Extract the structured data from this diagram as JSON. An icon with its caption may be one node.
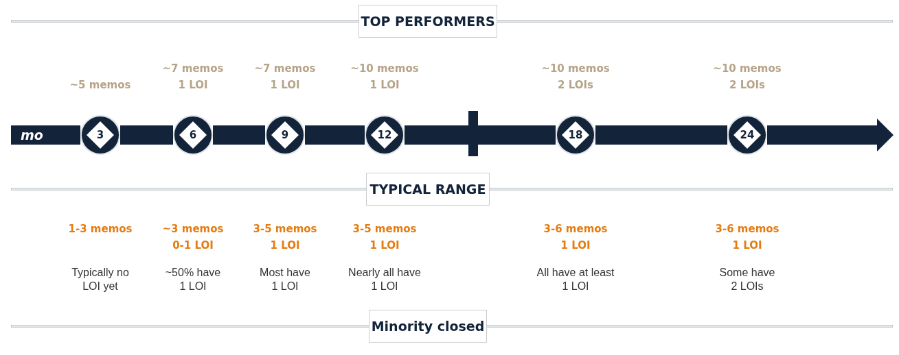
{
  "diagram": {
    "nodes": [
      {
        "text": [
          "TOP PERFORMERS"
        ]
      },
      {
        "text": [
          "3"
        ],
        "beside": [
          "~5 memos",
          "1-3 memos",
          "Typically no LOI yet"
        ]
      },
      {
        "text": [
          "6"
        ],
        "beside": [
          "~7 memos 1 LOI",
          "~3 memos 0-1 LOI",
          "~50% have 1 LOI"
        ]
      },
      {
        "text": [
          "9"
        ],
        "beside": [
          "~7 memos 1 LOI",
          "3-5 memos 1 LOI",
          "Most have 1 LOI"
        ]
      },
      {
        "text": [
          "12"
        ],
        "beside": [
          "~10 memos 1 LOI",
          "3-5 memos 1 LOI",
          "Nearly all have 1 LOI"
        ]
      },
      {
        "text": [
          "18"
        ],
        "beside": [
          "~10 memos 2 LOIs",
          "3-6 memos 1 LOI",
          "All have at least 1 LOI"
        ]
      },
      {
        "text": [
          "24"
        ],
        "beside": [
          "~10 memos 2 LOIs",
          "3-6 memos 1 LOI",
          "Some have 2 LOIs"
        ]
      },
      {
        "text": [
          "TYPICAL RANGE"
        ]
      },
      {
        "text": [
          "Minority closed"
        ]
      }
    ],
    "edges": [
      {
        "from": 1,
        "to": 2,
        "arrow": "none"
      },
      {
        "from": 2,
        "to": 3,
        "arrow": "none"
      },
      {
        "from": 3,
        "to": 4,
        "arrow": "none"
      },
      {
        "from": 4,
        "to": 5,
        "arrow": "none"
      },
      {
        "from": 5,
        "to": 6,
        "arrow": "none"
      },
      {
        "from": 6,
        "to": null,
        "arrow": "to"
      }
    ],
    "labels": [
      "mo"
    ]
  }
}
